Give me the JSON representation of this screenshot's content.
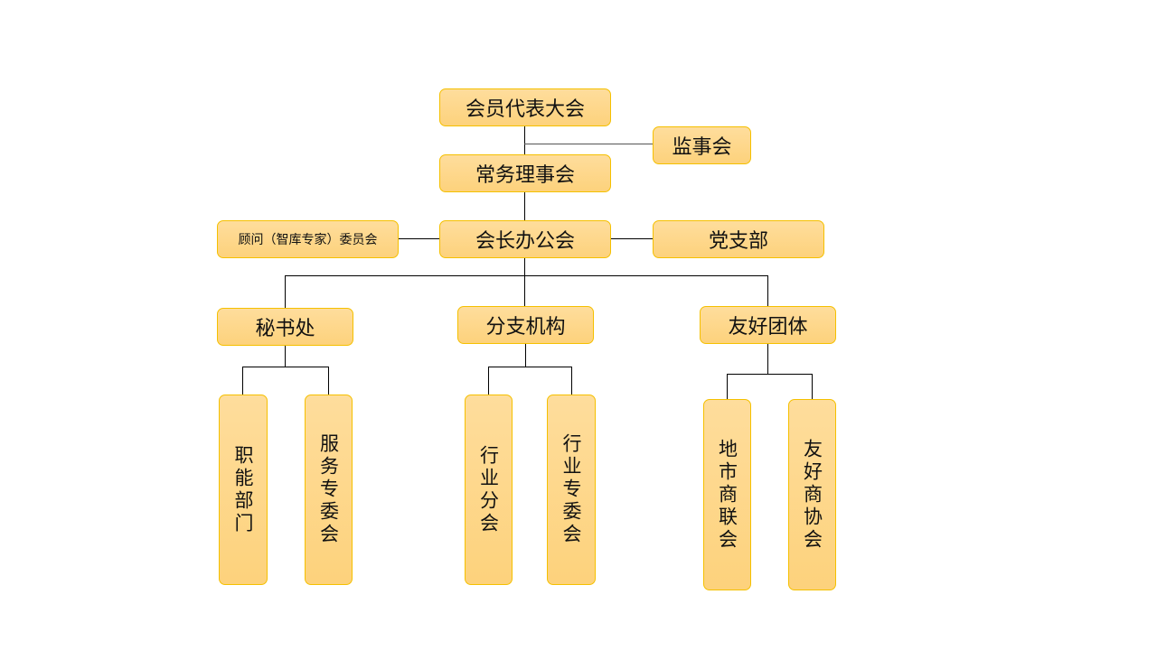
{
  "nodes": {
    "congress": "会员代表大会",
    "supervisory": "监事会",
    "standing_council": "常务理事会",
    "advisory": "顾问（智库专家）委员会",
    "president_office": "会长办公会",
    "party_branch": "党支部",
    "secretariat": "秘书处",
    "branches": "分支机构",
    "friendly_groups": "友好团体",
    "functional_depts": "职能部门",
    "service_committees": "服务专委会",
    "industry_branches": "行业分会",
    "industry_committees": "行业专委会",
    "city_federations": "地市商联会",
    "friendly_chambers": "友好商协会"
  },
  "colors": {
    "box_fill": "#fdd88a",
    "box_border": "#f5c000",
    "line": "#000000"
  }
}
